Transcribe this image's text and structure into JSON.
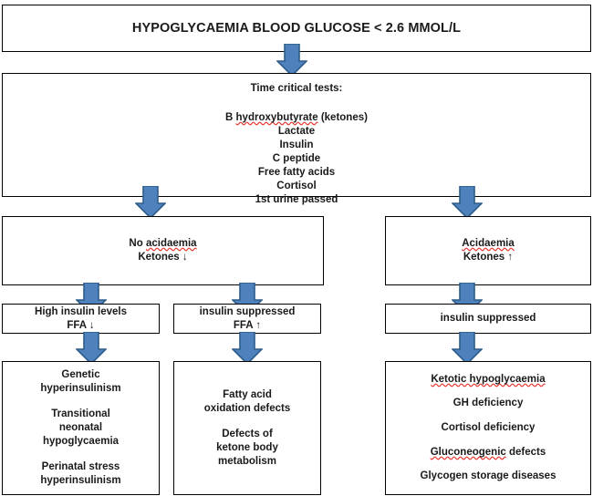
{
  "diagram": {
    "title": "HYPOGLYCAEMIA BLOOD GLUCOSE <  2.6 MMOL/L",
    "accent_color": "#4F81BD",
    "accent_outline_color": "#2E5C8A",
    "border_color": "#000000",
    "spellcheck_underline_color": "#E8342B"
  },
  "nodes": {
    "title_box": {
      "label": "HYPOGLYCAEMIA BLOOD GLUCOSE <  2.6 MMOL/L"
    },
    "tests_box": {
      "heading": "Time critical tests:",
      "items": [
        "B hydroxybutyrate (ketones)",
        "Lactate",
        "Insulin",
        "C peptide",
        "Free fatty acids",
        "Cortisol",
        "1st urine passed"
      ],
      "misspelled_word": "hydroxybutyrate",
      "item_prefix": "B ",
      "item_suffix": " (ketones)"
    },
    "no_acidaemia_box": {
      "line1_prefix": "No ",
      "line1_word": "acidaemia",
      "line2": "Ketones ↓"
    },
    "acidaemia_box": {
      "line1_word": "Acidaemia",
      "line2": "Ketones ↑"
    },
    "high_insulin_box": {
      "line1": "High insulin levels",
      "line2": "FFA ↓"
    },
    "insulin_suppressed_left_box": {
      "line1": "insulin suppressed",
      "line2": "FFA ↑"
    },
    "insulin_suppressed_right_box": {
      "line1": "insulin suppressed"
    },
    "hyperinsulinism_box": {
      "group1": [
        "Genetic",
        "hyperinsulinism"
      ],
      "group2": [
        "Transitional",
        "neonatal",
        "hypoglycaemia"
      ],
      "group3": [
        "Perinatal stress",
        "hyperinsulinism"
      ]
    },
    "fatty_acid_box": {
      "group1": [
        "Fatty acid",
        "oxidation defects"
      ],
      "group2": [
        "Defects of",
        "ketone body",
        "metabolism"
      ]
    },
    "ketotic_box": {
      "items": [
        "Ketotic hypoglycaemia",
        "GH deficiency",
        "Cortisol deficiency",
        "Gluconeogenic defects",
        "Glycogen storage diseases"
      ],
      "misspelled_items": [
        0,
        3
      ],
      "gluconeogenic_word": "Gluconeogenic",
      "gluconeogenic_rest": " defects"
    }
  },
  "arrows": [
    {
      "name": "arrow-title-to-tests"
    },
    {
      "name": "arrow-tests-to-no-acidaemia"
    },
    {
      "name": "arrow-tests-to-acidaemia"
    },
    {
      "name": "arrow-no-acidaemia-to-high-insulin"
    },
    {
      "name": "arrow-no-acidaemia-to-insulin-suppressed"
    },
    {
      "name": "arrow-acidaemia-to-insulin-suppressed"
    },
    {
      "name": "arrow-high-insulin-to-hyperinsulinism"
    },
    {
      "name": "arrow-insulin-suppressed-to-fatty-acid"
    },
    {
      "name": "arrow-insulin-suppressed-to-ketotic"
    }
  ]
}
